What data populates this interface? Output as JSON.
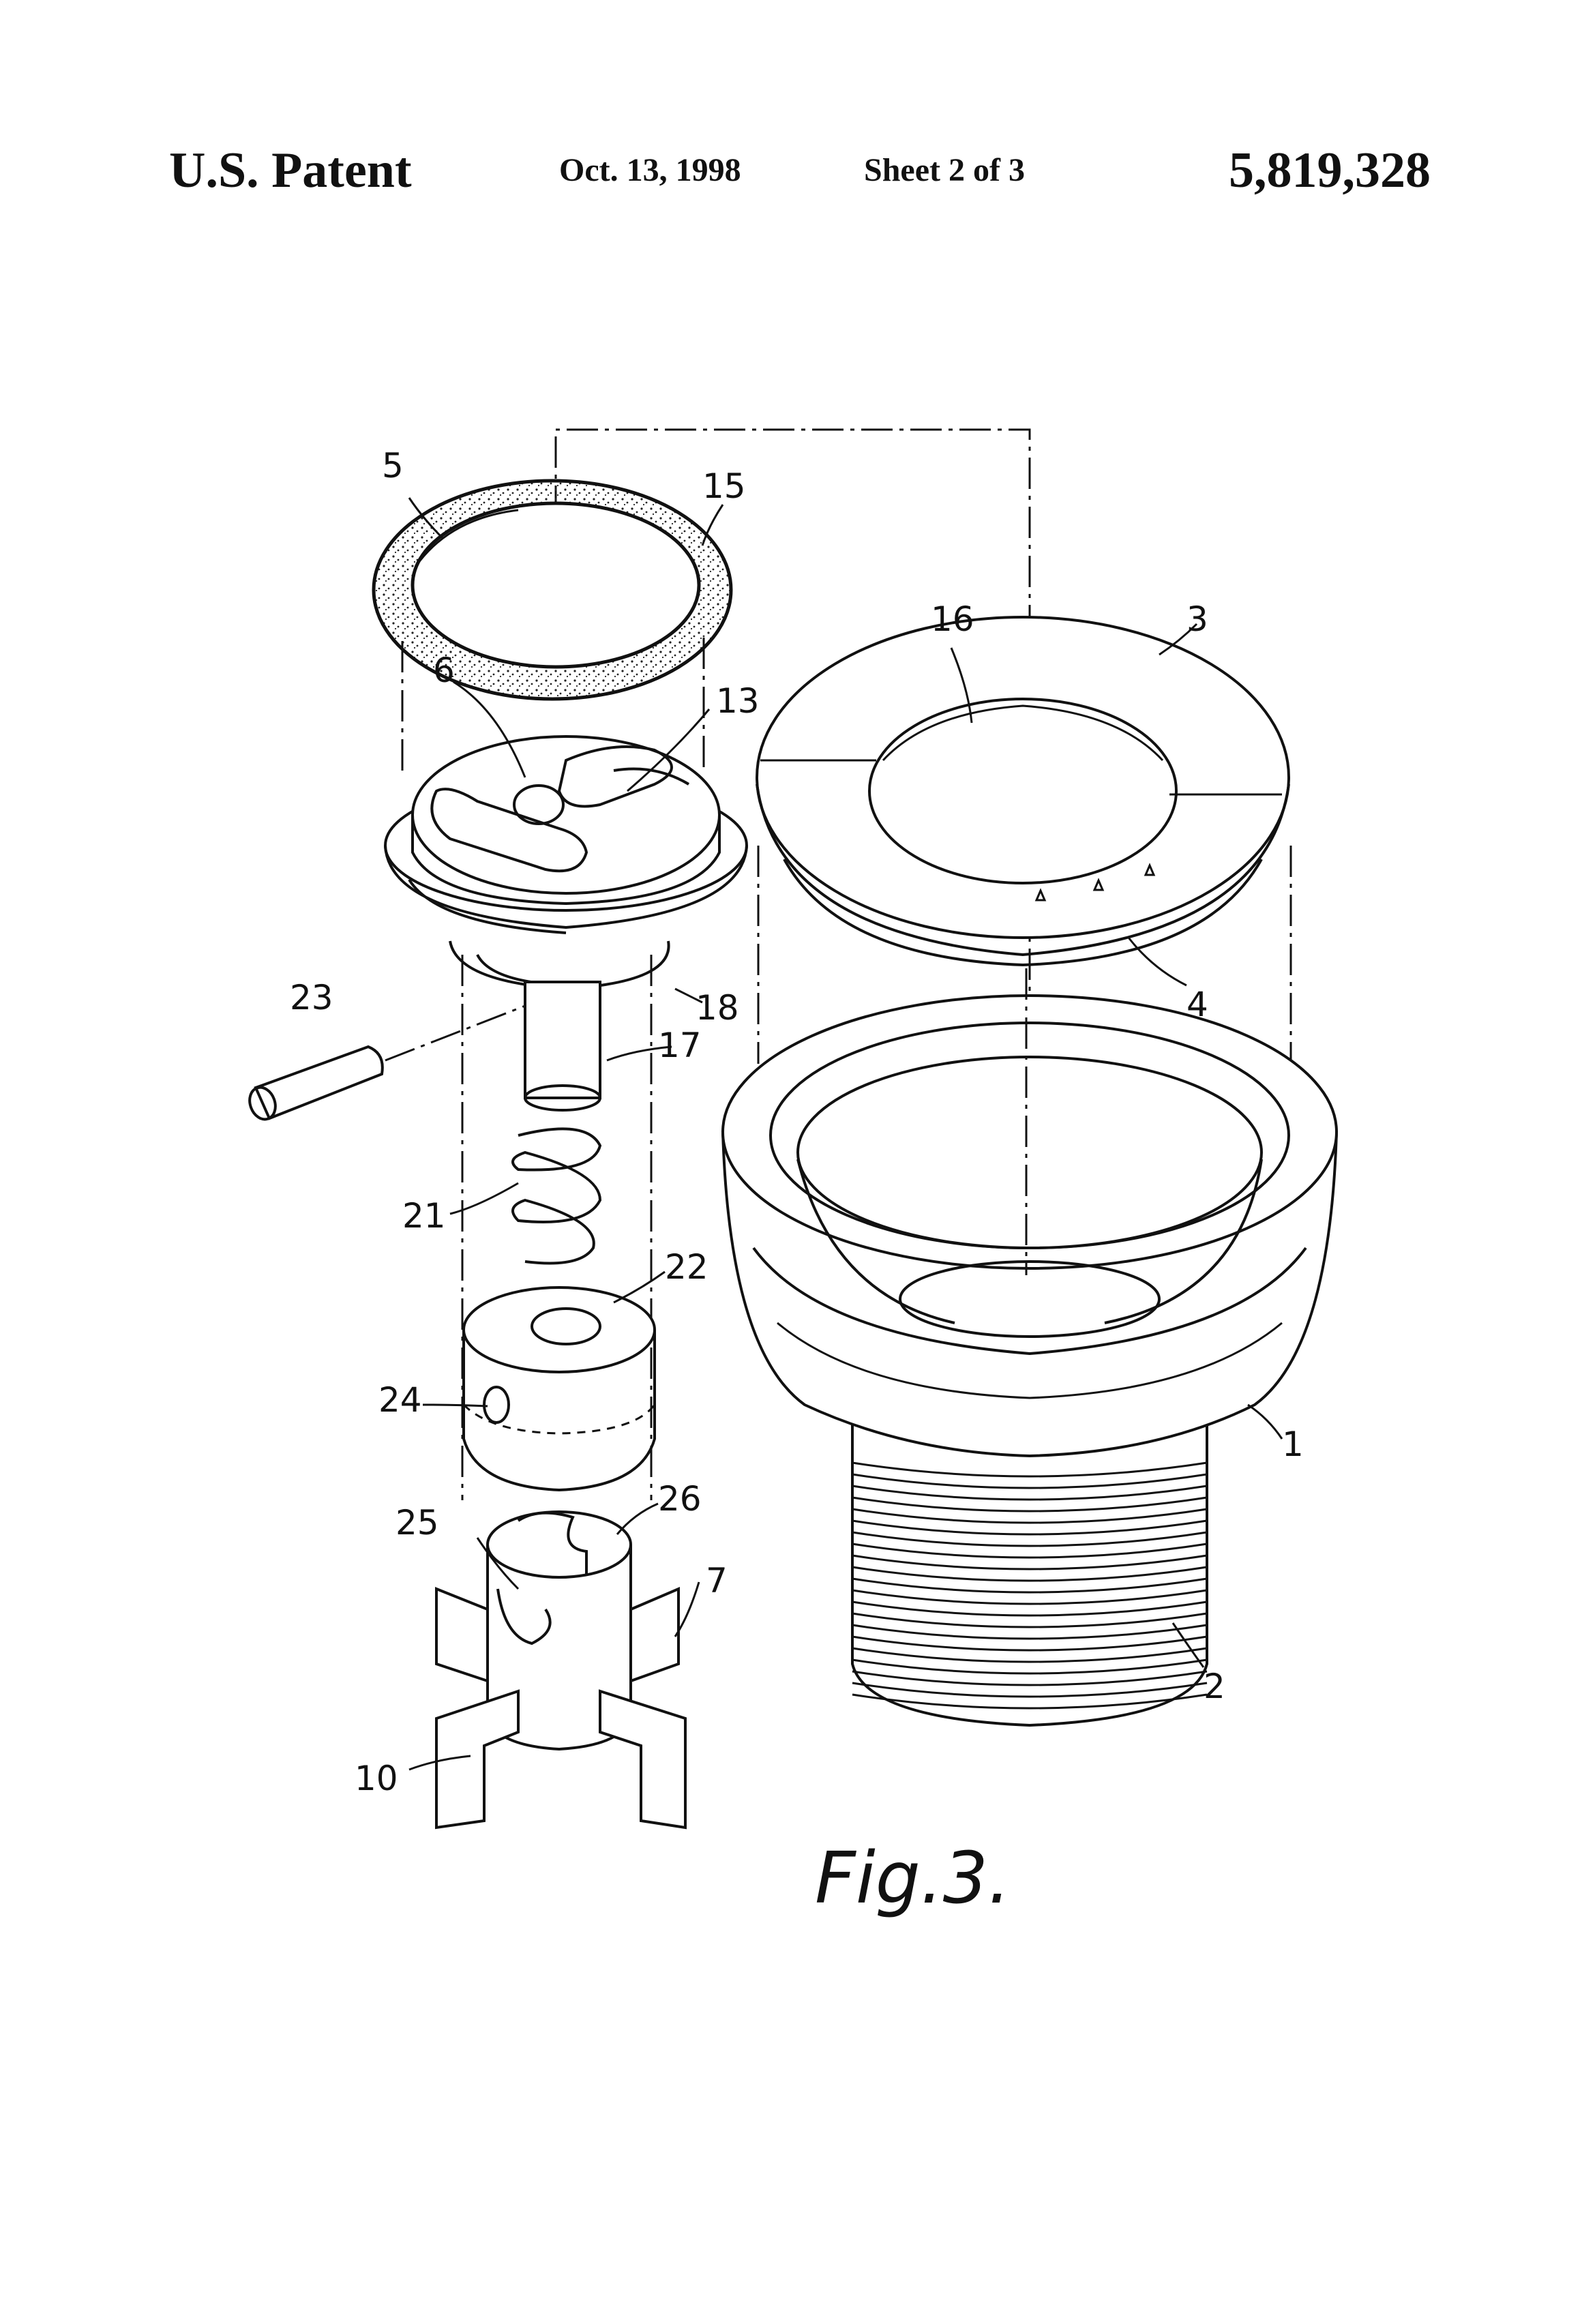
{
  "header": {
    "left": "U.S. Patent",
    "date": "Oct. 13, 1998",
    "sheet": "Sheet 2 of 3",
    "patent_number": "5,819,328"
  },
  "figure": {
    "label": "Fig.3.",
    "reference_numerals": [
      "5",
      "15",
      "6",
      "13",
      "16",
      "3",
      "23",
      "18",
      "17",
      "4",
      "21",
      "22",
      "24",
      "1",
      "25",
      "26",
      "7",
      "2",
      "10"
    ]
  }
}
